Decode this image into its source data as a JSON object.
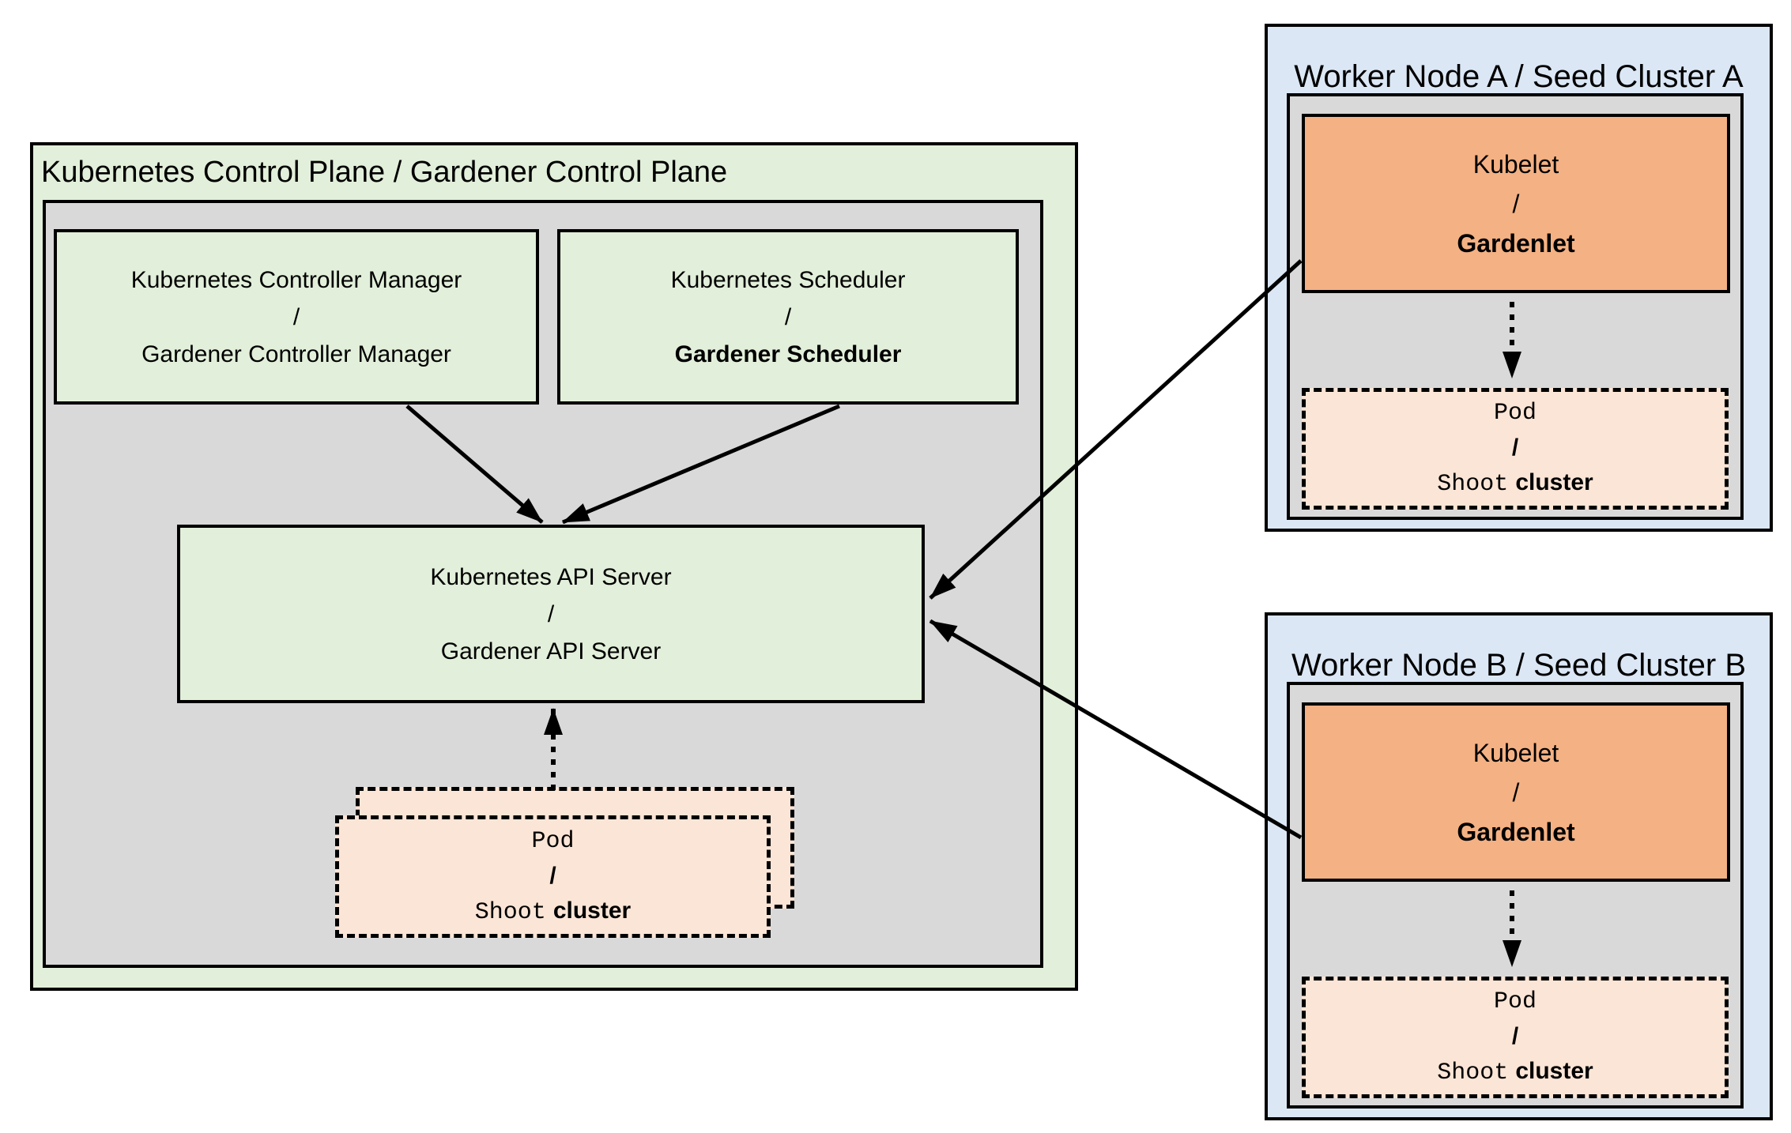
{
  "diagram": {
    "control_plane": {
      "title": "Kubernetes Control Plane / Gardener Control Plane",
      "controller_manager": {
        "line1": "Kubernetes Controller Manager",
        "sep": "/",
        "line2": "Gardener Controller Manager"
      },
      "scheduler": {
        "line1": "Kubernetes Scheduler",
        "sep": "/",
        "line2": "Gardener Scheduler"
      },
      "api_server": {
        "line1": "Kubernetes API Server",
        "sep": "/",
        "line2": "Gardener API Server"
      }
    },
    "kubelet": {
      "line1": "Kubelet",
      "sep": "/",
      "line2": "Gardenlet"
    },
    "pod": {
      "line1": "Pod",
      "sep": "/",
      "shoot": "Shoot",
      "cluster": "cluster"
    },
    "workers": [
      {
        "title": "Worker Node A / Seed Cluster A"
      },
      {
        "title": "Worker Node B / Seed Cluster B"
      }
    ],
    "colors": {
      "control_plane_fill": "#e2efda",
      "panel_fill": "#d9d9d9",
      "component_fill": "#e2efda",
      "worker_fill": "#dbe7f5",
      "kubelet_fill": "#f4b183",
      "pod_fill": "#fbe5d6",
      "border": "#000000"
    }
  }
}
